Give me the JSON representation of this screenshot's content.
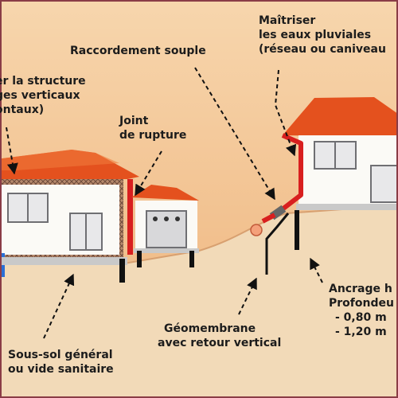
{
  "labels": {
    "structure": [
      "er la structure",
      "ges verticaux",
      "ontaux)"
    ],
    "raccordement": "Raccordement souple",
    "joint": [
      "Joint",
      "de rupture"
    ],
    "pluviales": [
      "Maîtriser",
      "les eaux pluviales",
      "(réseau ou caniveau"
    ],
    "ancrage": [
      "Ancrage h",
      "Profondeu",
      "- 0,80 m",
      "- 1,20 m"
    ],
    "geomembrane": [
      "Géomembrane",
      "avec retour vertical"
    ],
    "soussol": [
      "Sous-sol général",
      "ou vide sanitaire"
    ]
  },
  "colors": {
    "sky_top": "#f6d2a6",
    "sky_bottom": "#eeb47c",
    "ground": "#f2d9b4",
    "roof": "#e4511e",
    "wall": "#fbfaf6",
    "pipe_red": "#d81f1f",
    "frame": "#8a3c46"
  }
}
